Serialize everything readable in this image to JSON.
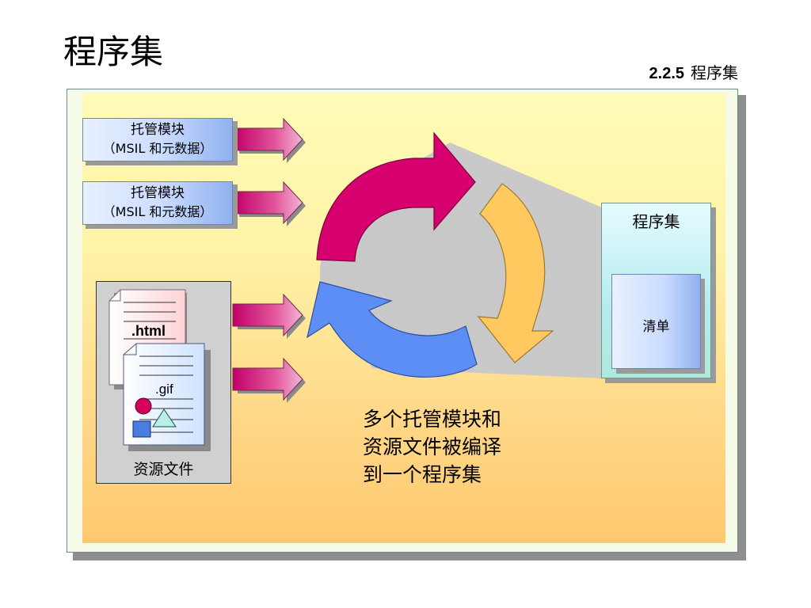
{
  "title": "程序集",
  "section": {
    "number": "2.2.5",
    "title": "程序集"
  },
  "modules": [
    {
      "line1": "托管模块",
      "line2": "（MSIL 和元数据）"
    },
    {
      "line1": "托管模块",
      "line2": "（MSIL 和元数据）"
    }
  ],
  "resources": {
    "label": "资源文件",
    "files": [
      ".html",
      ".gif"
    ]
  },
  "assembly": {
    "title": "程序集",
    "manifest": "清单"
  },
  "caption": "多个托管模块和资源文件被编译到一个程序集",
  "colors": {
    "arrow_magenta": "#d6006e",
    "arrow_yellow": "#ffc960",
    "arrow_blue": "#5d8ef5",
    "cone_gray": "#c8c8c8"
  }
}
